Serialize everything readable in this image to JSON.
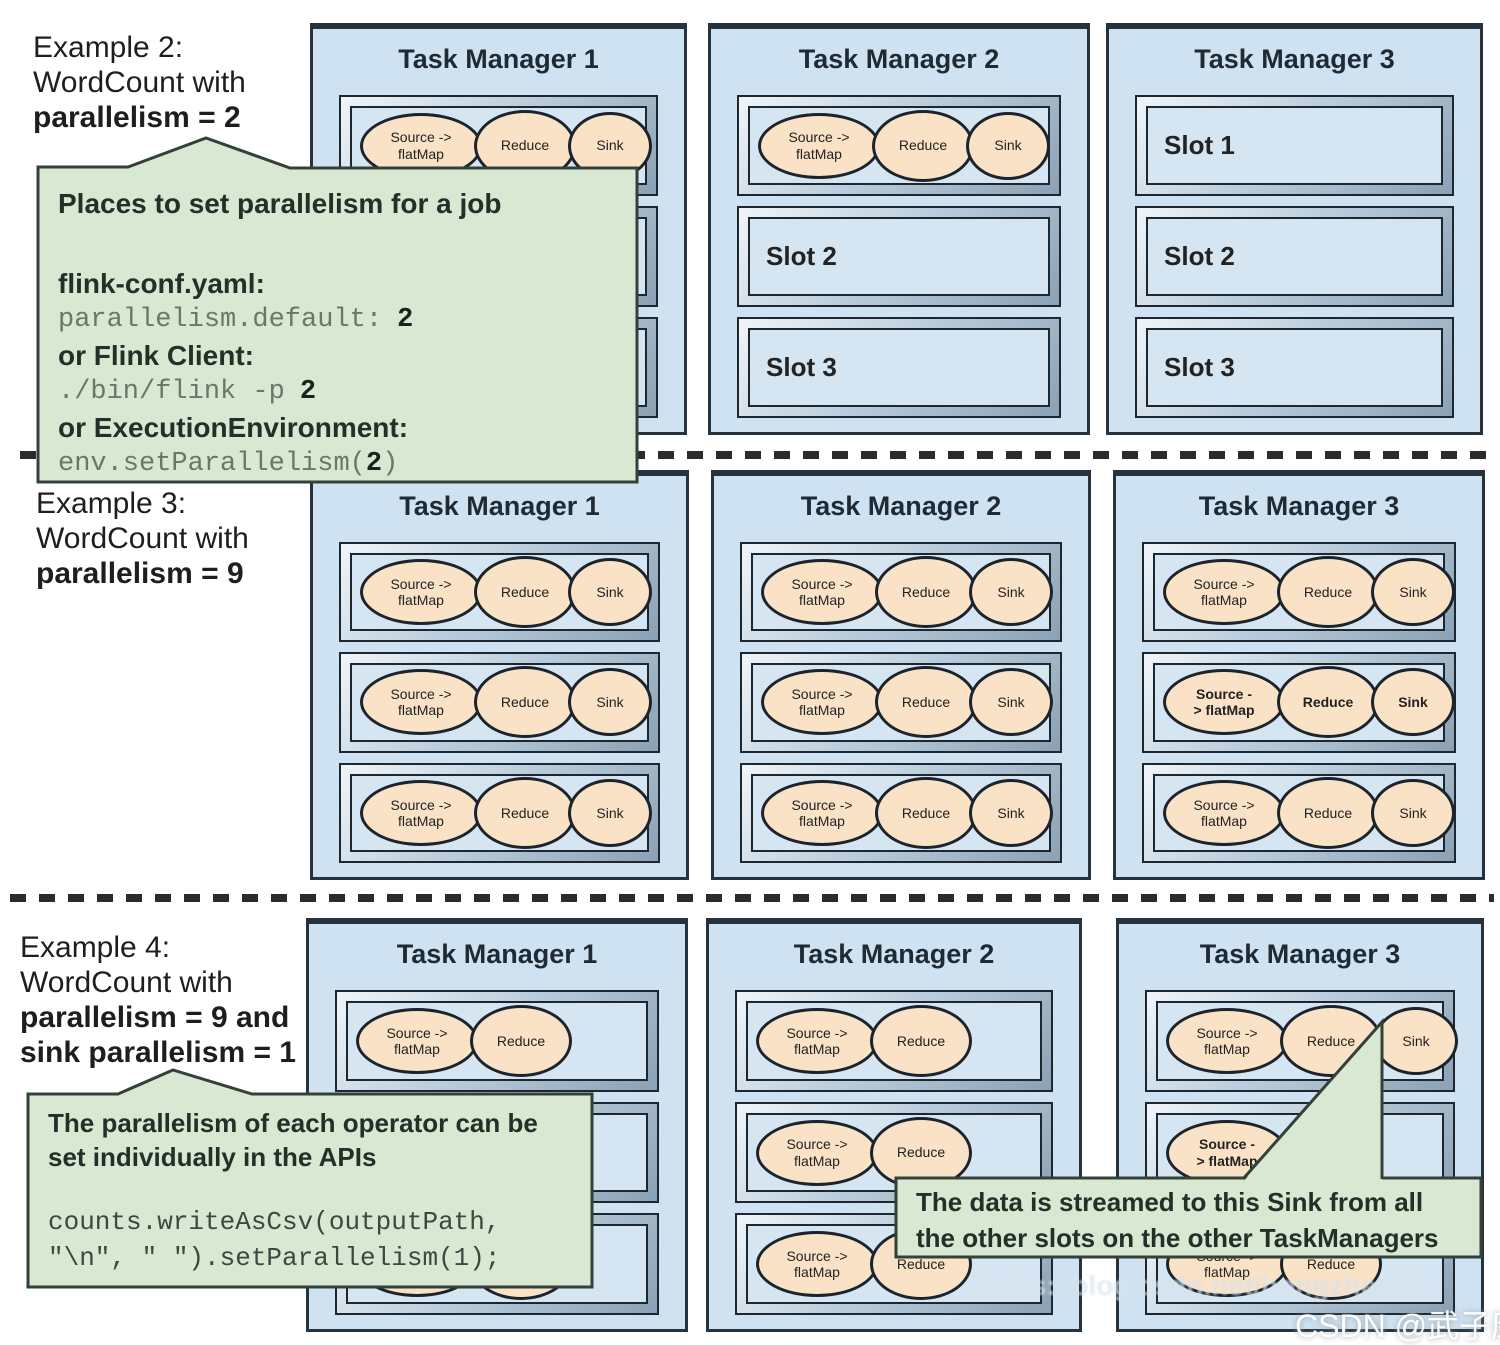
{
  "tm_titles": [
    "Task Manager 1",
    "Task Manager 2",
    "Task Manager 3"
  ],
  "slot_labels": [
    "Slot 1",
    "Slot 2",
    "Slot 3"
  ],
  "op_labels": {
    "source": "Source ->\nflatMap",
    "source_bold": "Source -\n> flatMap",
    "reduce": "Reduce",
    "sink": "Sink"
  },
  "examples": {
    "e2": {
      "line1": "Example 2:",
      "line2": "WordCount with",
      "line3": "parallelism = 2"
    },
    "e3": {
      "line1": "Example 3:",
      "line2": "WordCount with",
      "line3": "parallelism = 9"
    },
    "e4": {
      "line1": "Example 4:",
      "line2": "WordCount with",
      "line3": "parallelism = 9 and",
      "line4": "sink parallelism = 1"
    }
  },
  "callout_job_parallelism": {
    "title": "Places to set parallelism for a job",
    "h1": "flink-conf.yaml:",
    "c1": "parallelism.default:",
    "v1": "2",
    "h2": "or Flink Client:",
    "c2": "./bin/flink -p",
    "v2": "2",
    "h3": "or ExecutionEnvironment:",
    "c3a": "env.setParallelism(",
    "v3": "2",
    "c3b": ")"
  },
  "callout_operator_parallelism": {
    "lead": "The parallelism of each operator can be set individually in the APIs",
    "code1": "counts.writeAsCsv(outputPath,",
    "code2": "\"\\n\", \" \").setParallelism(1);"
  },
  "callout_sink": {
    "text": "The data is streamed to this Sink from all the other slots on the other TaskManagers"
  },
  "watermarks": {
    "url": "https://blog.csdn.net/hongzhen91",
    "credit": "CSDN @武子康"
  },
  "colors": {
    "tm_fill": "#cfe2f1",
    "slot_fill": "#d6e5f2",
    "operator_fill": "#fae2c6",
    "callout_fill": "#d8e8d2"
  }
}
